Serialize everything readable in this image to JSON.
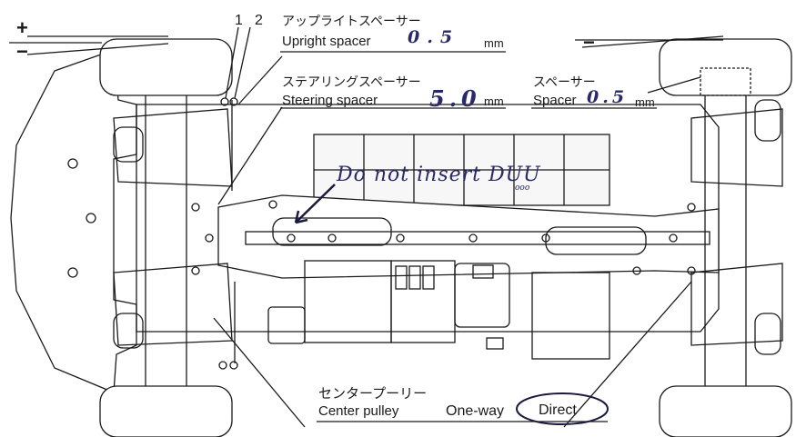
{
  "camber_labels": {
    "front_plus": "+",
    "front_minus": "−",
    "rear_minus": "−"
  },
  "link_numbers": {
    "one": "1",
    "two": "2"
  },
  "upright_spacer": {
    "label_jp": "アップライトスペーサー",
    "label_en": "Upright spacer",
    "value": "0.5",
    "unit": "mm"
  },
  "steering_spacer": {
    "label_jp": "ステアリングスペーサー",
    "label_en": "Steering spacer",
    "value": "5.0",
    "unit": "mm"
  },
  "spacer": {
    "label_jp": "スペーサー",
    "label_en": "Spacer",
    "value": "0.5",
    "unit": "mm"
  },
  "note": {
    "text": "Do not insert DUU",
    "subscript": "ooo"
  },
  "center_pulley": {
    "label_jp": "センタープーリー",
    "label_en": "Center pulley",
    "option_oneway": "One-way",
    "option_direct": "Direct",
    "selected": "Direct"
  },
  "colors": {
    "line": "#1a1a1a",
    "handwriting": "#2a2a6a",
    "paper": "#ffffff"
  }
}
